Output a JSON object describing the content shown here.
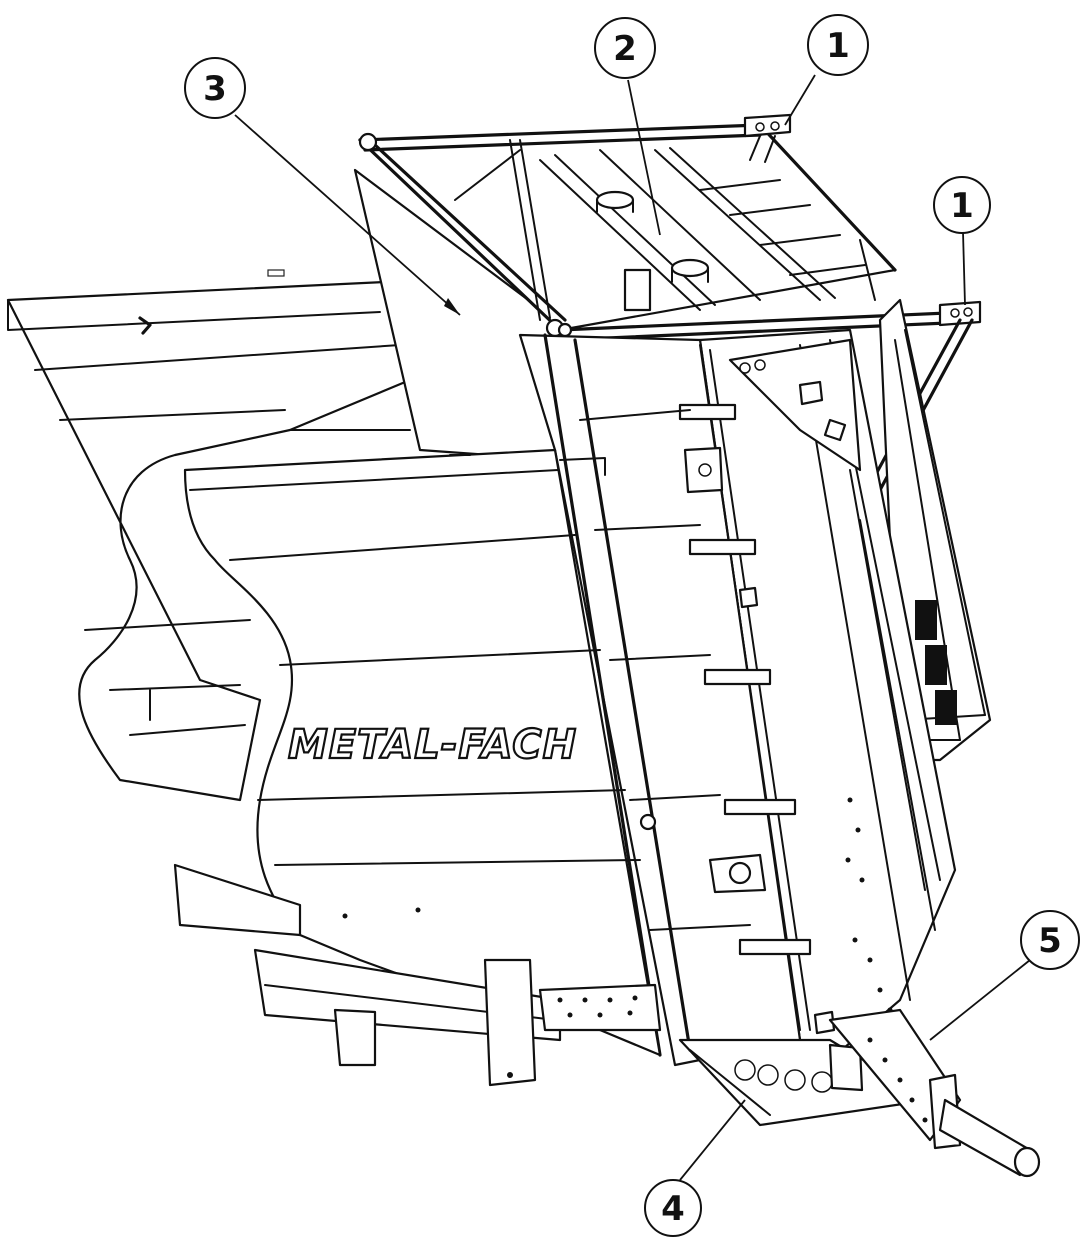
{
  "diagram": {
    "brand_text": "METAL-FACH",
    "callouts": [
      {
        "id": "c1a",
        "label": "1"
      },
      {
        "id": "c1b",
        "label": "1"
      },
      {
        "id": "c2",
        "label": "2"
      },
      {
        "id": "c3",
        "label": "3"
      },
      {
        "id": "c4",
        "label": "4"
      },
      {
        "id": "c5",
        "label": "5"
      }
    ]
  }
}
